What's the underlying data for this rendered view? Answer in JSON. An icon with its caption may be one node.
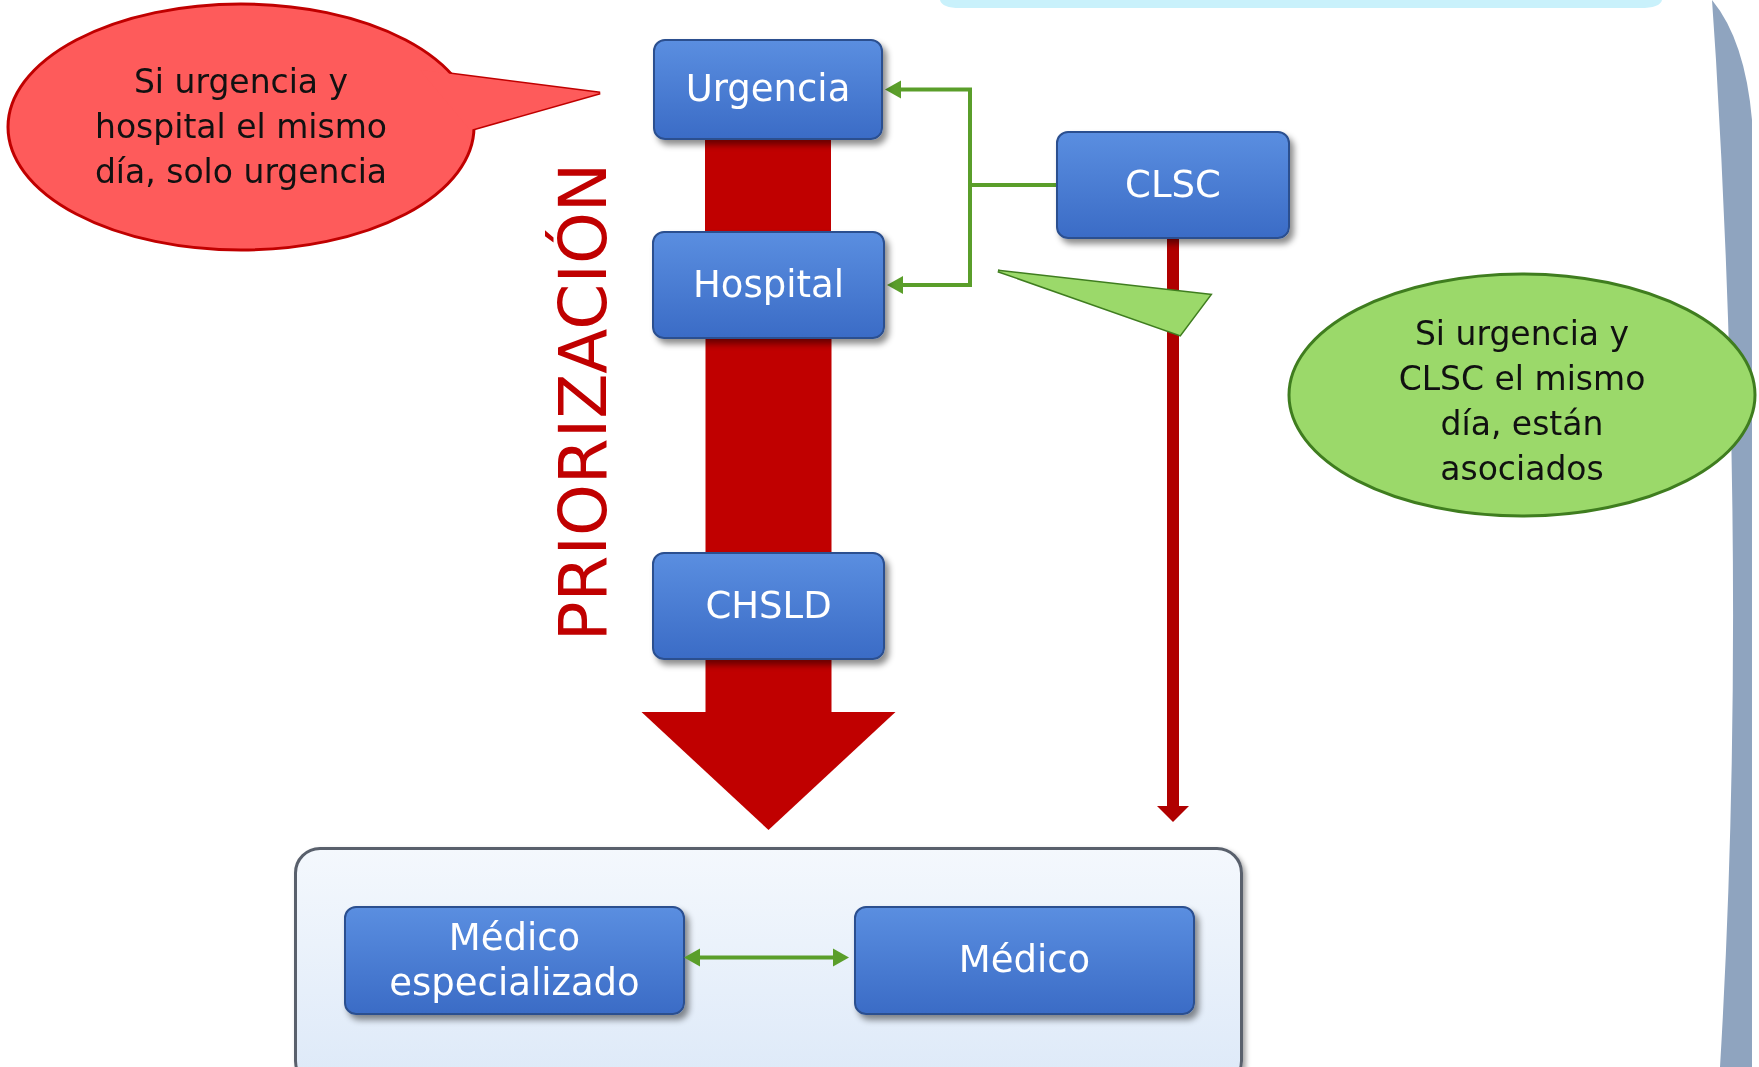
{
  "diagram": {
    "nodes": [
      {
        "text": [
          "Si urgencia y hospital el mismo día, solo urgencia"
        ]
      },
      {
        "text": [
          "Urgencia"
        ]
      },
      {
        "text": [
          "CLSC"
        ]
      },
      {
        "text": [
          "Hospital"
        ]
      },
      {
        "text": [
          "Si urgencia y CLSC el mismo día, están asociados"
        ]
      },
      {
        "text": [
          "CHSLD"
        ]
      },
      {
        "text": [],
        "shape": "box"
      },
      {
        "text": [
          "Médico especializado"
        ],
        "in": 6
      },
      {
        "text": [
          "Médico"
        ],
        "in": 6
      }
    ],
    "edges": [
      {
        "from": 2,
        "to": 1,
        "arrow": "to"
      },
      {
        "from": 2,
        "to": 3,
        "arrow": "to"
      },
      {
        "from": 1,
        "to": 3,
        "arrow": "none",
        "style": "thick",
        "color": "#c00000"
      },
      {
        "from": 3,
        "to": 5,
        "arrow": "none",
        "style": "thick",
        "color": "#c00000",
        "label": "PRIORIZACIÓN"
      },
      {
        "from": 5,
        "to": 6,
        "arrow": "to",
        "style": "thick",
        "color": "#c00000"
      },
      {
        "from": 2,
        "to": 6,
        "arrow": "to",
        "color": "#b00000"
      },
      {
        "from": 7,
        "to": 8,
        "arrow": "both"
      }
    ]
  }
}
